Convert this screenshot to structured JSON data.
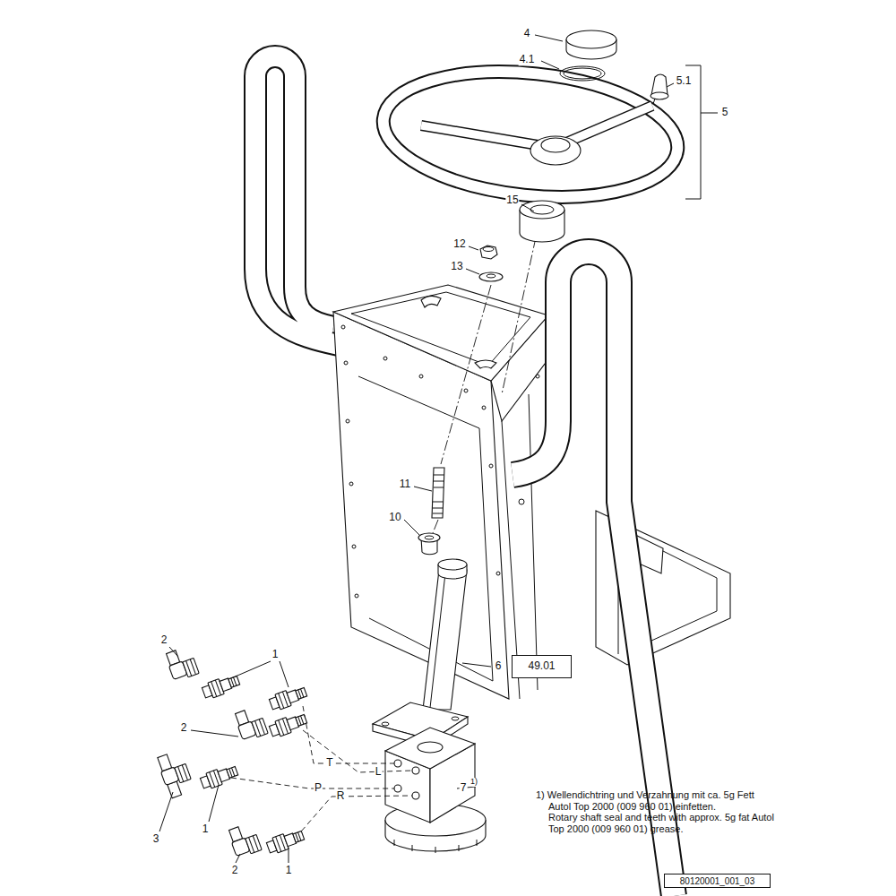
{
  "diagram": {
    "nodes": [
      {
        "text": [
          "49.01"
        ]
      },
      {
        "text": [
          "80120001_001_03"
        ]
      }
    ],
    "labels": [
      "4",
      "4.1",
      "5.1",
      "5",
      "15",
      "12",
      "13",
      "11",
      "10",
      "2",
      "1",
      "6",
      "2",
      "T",
      "L",
      "P",
      "R",
      "7",
      "1)",
      "3",
      "1",
      "2",
      "1",
      "1) Wellendichtring und Verzahnung mit ca. 5g Fett Autol Top 2000 (009 960 01) einfetten.",
      "Rotary shaft seal and teeth with approx. 5g fat Autol Top 2000 (009 960 01) grease."
    ]
  }
}
